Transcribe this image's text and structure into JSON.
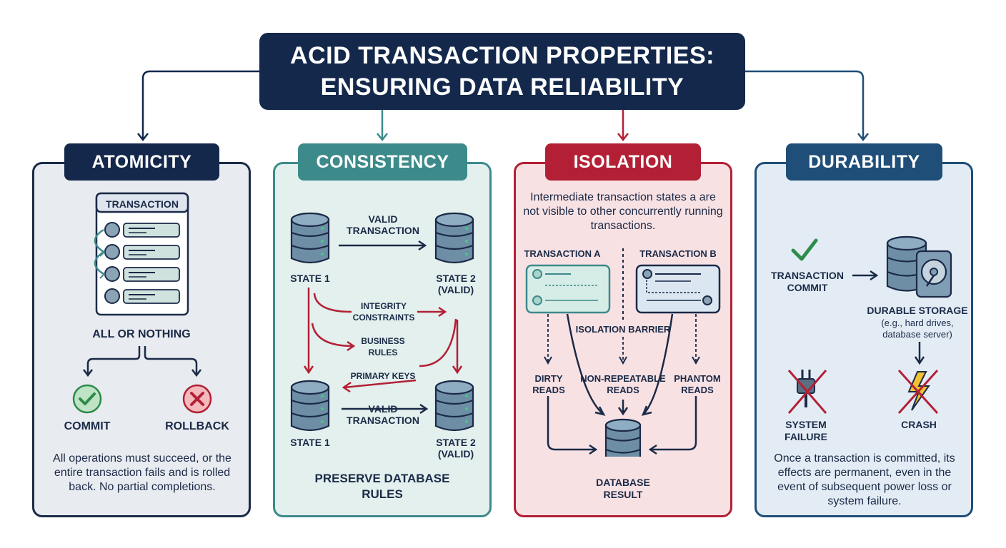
{
  "title": {
    "line1": "ACID TRANSACTION PROPERTIES:",
    "line2": "ENSURING DATA RELIABILITY"
  },
  "colors": {
    "navy": "#14284b",
    "teal": "#3d8a8b",
    "red": "#b32036",
    "blue": "#1f4e79"
  },
  "atomicity": {
    "header": "ATOMICITY",
    "transaction_label": "TRANSACTION",
    "all_or_nothing": "ALL OR NOTHING",
    "commit": "COMMIT",
    "rollback": "ROLLBACK",
    "description": "All operations must succeed, or the entire transaction fails and is rolled back. No partial completions."
  },
  "consistency": {
    "header": "CONSISTENCY",
    "valid_transaction_1": "VALID TRANSACTION",
    "state1_top": "STATE 1",
    "state2_top": "STATE 2 (VALID)",
    "integrity": "INTEGRITY CONSTRAINTS",
    "business": "BUSINESS RULES",
    "primary": "PRIMARY KEYS",
    "valid_transaction_2": "VALID TRANSACTION",
    "state1_bottom": "STATE 1",
    "state2_bottom": "STATE 2 (VALID)",
    "footer": "PRESERVE DATABASE RULES"
  },
  "isolation": {
    "header": "ISOLATION",
    "description": "Intermediate transaction states a are not visible to other concurrently running transactions.",
    "transaction_a": "TRANSACTION A",
    "transaction_b": "TRANSACTION B",
    "barrier": "ISOLATION BARRIER",
    "dirty_reads": "DIRTY READS",
    "non_repeatable": "NON-REPEATABLE READS",
    "phantom": "PHANTOM READS",
    "result": "DATABASE RESULT"
  },
  "durability": {
    "header": "DURABILITY",
    "commit": "TRANSACTION COMMIT",
    "storage": "DURABLE STORAGE",
    "storage_sub": "(e.g., hard drives, database server)",
    "system_failure": "SYSTEM FAILURE",
    "crash": "CRASH",
    "description": "Once a transaction is committed, its effects are permanent, even in the event of subsequent power loss or system failure."
  }
}
